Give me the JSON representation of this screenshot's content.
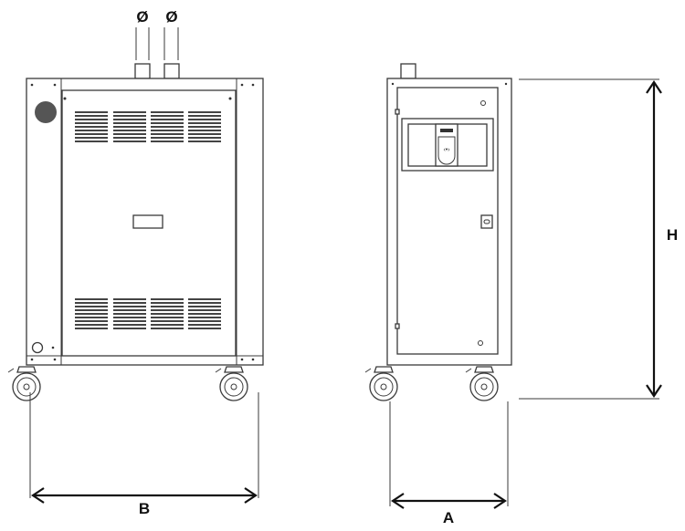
{
  "labels": {
    "diameter_1": "Ø",
    "diameter_2": "Ø",
    "width": "B",
    "depth": "A",
    "height": "H"
  },
  "colors": {
    "line": "#3a3a3a",
    "dimension": "#111111"
  }
}
